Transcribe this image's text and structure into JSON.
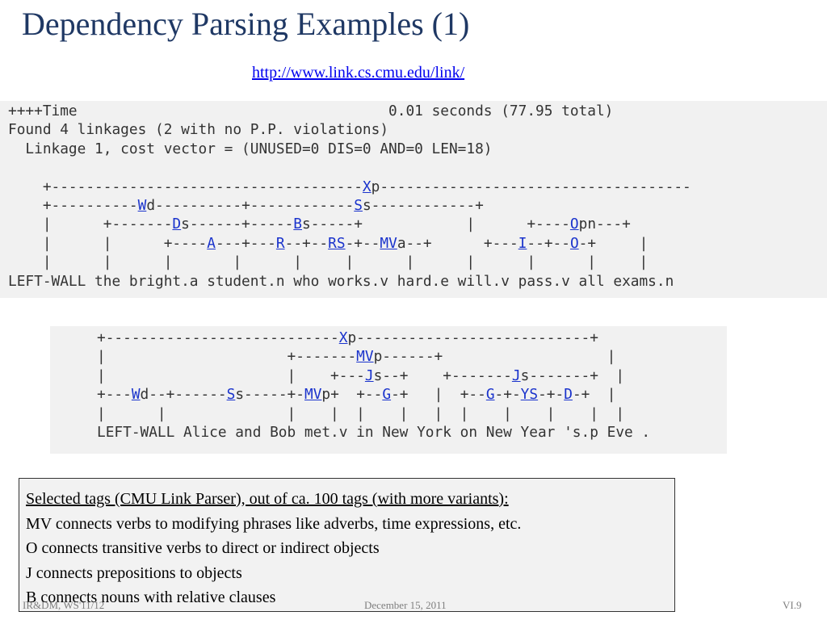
{
  "slide": {
    "title": "Dependency Parsing Examples (1)",
    "url": "http://www.link.cs.cmu.edu/link/"
  },
  "parse1": {
    "time_label": "++++Time",
    "time_value": "0.01 seconds (77.95 total)",
    "found": "Found 4 linkages (2 with no P.P. violations)",
    "linkage": "  Linkage 1, cost vector = (UNUSED=0 DIS=0 AND=0 LEN=18)",
    "line1_pre": "    +------------------------------------",
    "line1_tag": "X",
    "line1_post": "p------------------------------------",
    "line2_pre": "    +----------",
    "line2_tagA": "W",
    "line2_mid": "d----------+------------",
    "line2_tagB": "S",
    "line2_post": "s------------+",
    "line3_a": "    |      +-------",
    "line3_tagA": "D",
    "line3_b": "s------+-----",
    "line3_tagB": "B",
    "line3_c": "s-----+            |      +----",
    "line3_tagC": "O",
    "line3_d": "pn---+",
    "line4_a": "    |      |      +----",
    "line4_tA": "A",
    "line4_b": "---+---",
    "line4_tR": "R",
    "line4_c": "--+--",
    "line4_tRS": "RS",
    "line4_d": "-+--",
    "line4_tMV": "MV",
    "line4_e": "a--+      +---",
    "line4_tI": "I",
    "line4_f": "--+--",
    "line4_tO": "O",
    "line4_g": "-+     |",
    "line5": "    |      |      |       |      |     |      |      |      |      |     |",
    "sentence": "LEFT-WALL the bright.a student.n who works.v hard.e will.v pass.v all exams.n"
  },
  "parse2": {
    "line1_pre": "+---------------------------",
    "line1_tag": "X",
    "line1_post": "p---------------------------+",
    "line2_pre": "|                     +-------",
    "line2_tag": "MV",
    "line2_post": "p------+                   |",
    "line3_a": "|                     |    +---",
    "line3_tJ1": "J",
    "line3_b": "s--+    +-------",
    "line3_tJ2": "J",
    "line3_c": "s-------+  |",
    "line4_a": "+---",
    "line4_tW": "W",
    "line4_b": "d--+------",
    "line4_tS": "S",
    "line4_c": "s-----+-",
    "line4_tMV": "MV",
    "line4_d": "p+  +--",
    "line4_tG1": "G",
    "line4_e": "-+   |  +--",
    "line4_tG2": "G",
    "line4_f": "-+-",
    "line4_tYS": "YS",
    "line4_g": "-+-",
    "line4_tD": "D",
    "line4_h": "-+  |",
    "line5": "|      |              |    |  |    |   |  |    |    |    |  |",
    "sentence": "LEFT-WALL Alice and Bob met.v in New York on New Year 's.p Eve ."
  },
  "notes": {
    "heading": "Selected tags (CMU Link Parser), out of ca. 100 tags (with more variants):",
    "items": [
      "MV connects verbs to modifying phrases like adverbs, time expressions, etc.",
      "O connects transitive verbs to direct or indirect objects",
      "J connects prepositions to objects",
      "B connects nouns with relative clauses"
    ]
  },
  "footer": {
    "left": "IR&DM, WS'11/12",
    "center": "December 15, 2011",
    "right": "VI.9"
  }
}
